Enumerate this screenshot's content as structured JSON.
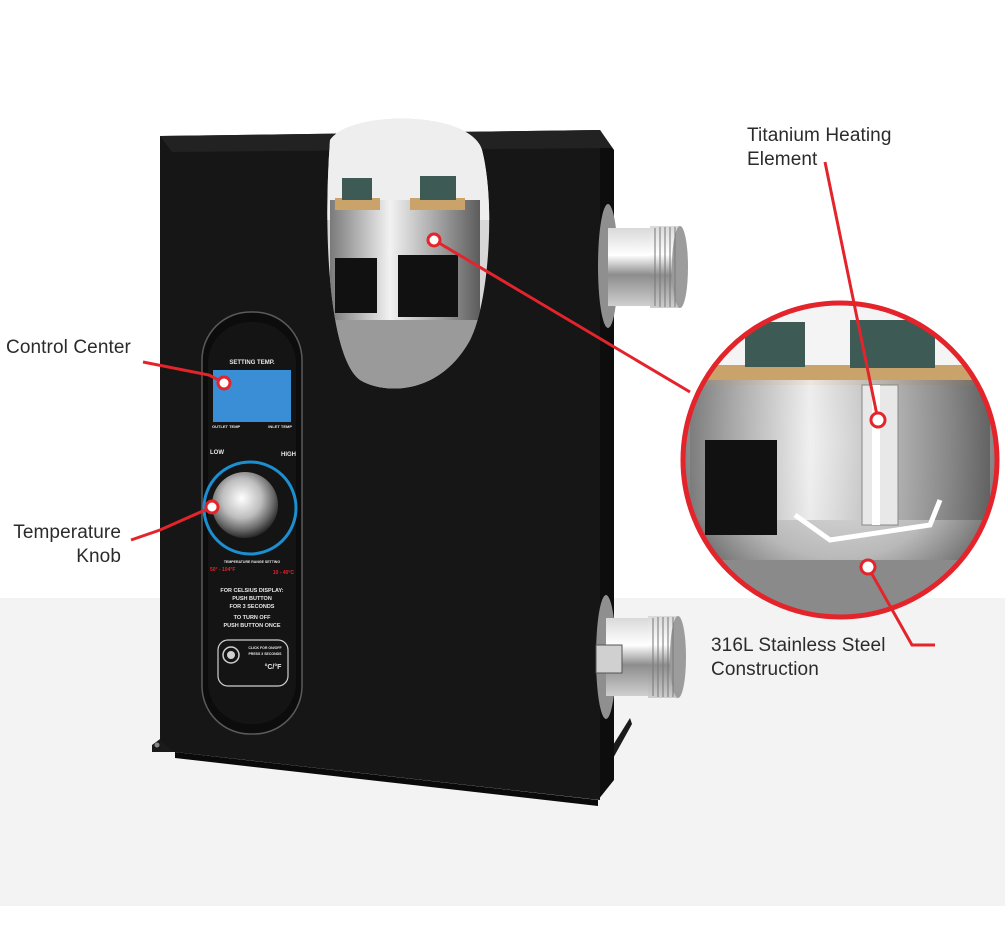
{
  "callouts": {
    "control_center": "Control Center",
    "temperature_knob_line1": "Temperature",
    "temperature_knob_line2": "Knob",
    "titanium_line1": "Titanium Heating",
    "titanium_line2": "Element",
    "stainless_line1": "316L Stainless Steel",
    "stainless_line2": "Construction"
  },
  "panel": {
    "setting_temp": "SETTING TEMP.",
    "outlet_temp": "OUTLET TEMP",
    "inlet_temp": "INLET TEMP",
    "low": "LOW",
    "high": "HIGH",
    "range_title": "TEMPERATURE RANGE SETTING",
    "range_f": "50° - 104°F",
    "range_c": "10 - 40°C",
    "instr_1": "FOR CELSIUS DISPLAY:",
    "instr_2": "PUSH BUTTON",
    "instr_3": "FOR 3 SECONDS",
    "instr_4": "TO TURN OFF",
    "instr_5": "PUSH BUTTON ONCE",
    "badge_1": "CLICK FOR ON/OFF",
    "badge_2": "PRESS 3 SECONDS",
    "badge_unit": "°C/°F"
  },
  "colors": {
    "accent_red": "#e3242b",
    "body_black": "#141414",
    "display_blue": "#3a8ed6",
    "floor": "#f3f3f3"
  }
}
